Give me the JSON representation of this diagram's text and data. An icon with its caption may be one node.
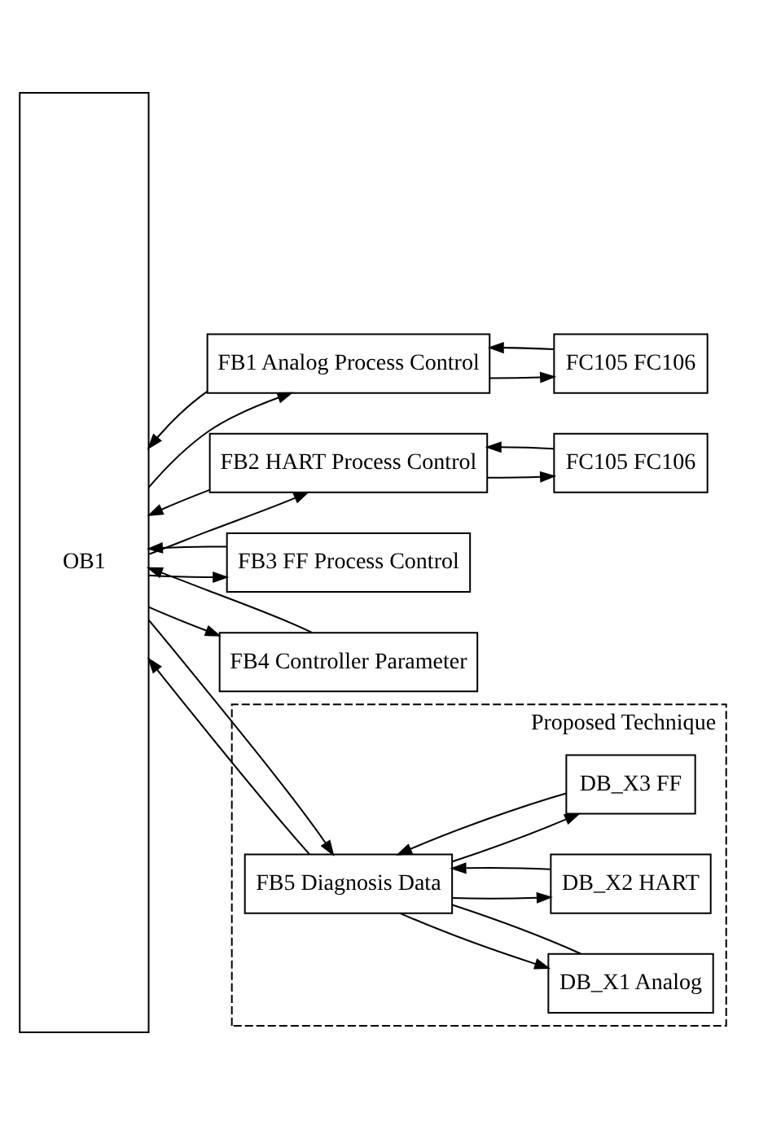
{
  "diagram": {
    "nodes": [
      {
        "text": [
          "OB1"
        ]
      },
      {
        "text": [
          "FB1 Analog Process Control"
        ]
      },
      {
        "text": [
          "FC105 FC106"
        ]
      },
      {
        "text": [
          "FB2 HART Process Control"
        ]
      },
      {
        "text": [
          "FC105 FC106"
        ]
      },
      {
        "text": [
          "FB3 FF Process Control"
        ]
      },
      {
        "text": [
          "FB4 Controller Parameter"
        ]
      },
      {
        "text": [
          "Proposed Technique"
        ]
      },
      {
        "text": [
          "FB5 Diagnosis Data"
        ],
        "in": 7
      },
      {
        "text": [
          "DB_X1 Analog"
        ],
        "in": 7
      },
      {
        "text": [
          "DB_X2 HART"
        ],
        "in": 7
      },
      {
        "text": [
          "DB_X3 FF"
        ],
        "in": 7
      }
    ],
    "edges": [
      {
        "from": 0,
        "to": 1,
        "arrow": "to"
      },
      {
        "from": 1,
        "to": 0,
        "arrow": "to"
      },
      {
        "from": 1,
        "to": 2,
        "arrow": "to"
      },
      {
        "from": 2,
        "to": 1,
        "arrow": "to"
      },
      {
        "from": 0,
        "to": 3,
        "arrow": "to"
      },
      {
        "from": 3,
        "to": 0,
        "arrow": "to"
      },
      {
        "from": 3,
        "to": 4,
        "arrow": "to"
      },
      {
        "from": 4,
        "to": 3,
        "arrow": "to"
      },
      {
        "from": 0,
        "to": 5,
        "arrow": "to"
      },
      {
        "from": 5,
        "to": 0,
        "arrow": "to"
      },
      {
        "from": 0,
        "to": 6,
        "arrow": "to"
      },
      {
        "from": 6,
        "to": 0,
        "arrow": "to"
      },
      {
        "from": 0,
        "to": 8,
        "arrow": "to"
      },
      {
        "from": 8,
        "to": 0,
        "arrow": "to"
      },
      {
        "from": 8,
        "to": 9,
        "arrow": "to"
      },
      {
        "from": 9,
        "to": 8,
        "arrow": "none"
      },
      {
        "from": 8,
        "to": 10,
        "arrow": "to"
      },
      {
        "from": 10,
        "to": 8,
        "arrow": "to"
      },
      {
        "from": 8,
        "to": 11,
        "arrow": "to"
      },
      {
        "from": 11,
        "to": 8,
        "arrow": "to"
      }
    ]
  }
}
